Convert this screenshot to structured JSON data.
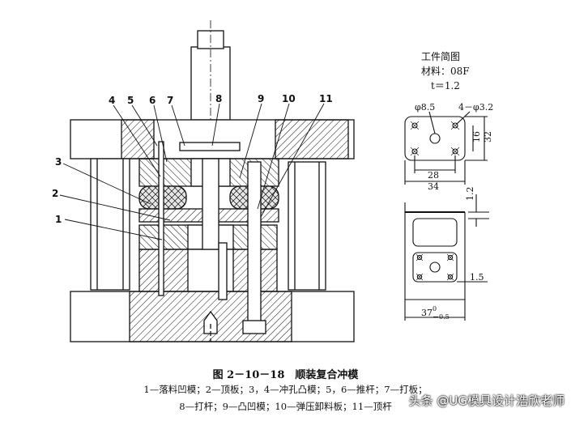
{
  "figure": {
    "caption": "图 2－10－18　顺装复合冲模",
    "legend_line1": "1—落料凹模；2—顶板；3，4—冲孔凸模；5，6—推杆；7—打板；",
    "legend_line2": "8—打杆；9—凸凹模；10—弹压卸料板；11—顶杆"
  },
  "part_note": {
    "title": "工件简图",
    "material": "材料：08F",
    "thickness": "t＝1.2"
  },
  "dimensions": {
    "hole_large": "φ8.5",
    "hole_small": "4－φ3.2",
    "width_inner": "28",
    "width_outer": "34",
    "height_inner": "16",
    "height_outer": "32",
    "flange_height": "1.2",
    "step": "1.5",
    "overall_height": "37",
    "tol_upper": "0",
    "tol_lower": "－0.5"
  },
  "callouts": [
    "1",
    "2",
    "3",
    "4",
    "5",
    "6",
    "7",
    "8",
    "9",
    "10",
    "11"
  ],
  "watermark": "头条 @UG模具设计浩欣老师",
  "colors": {
    "line": "#111111",
    "background": "#ffffff",
    "rubber": "#d9d9d9"
  }
}
